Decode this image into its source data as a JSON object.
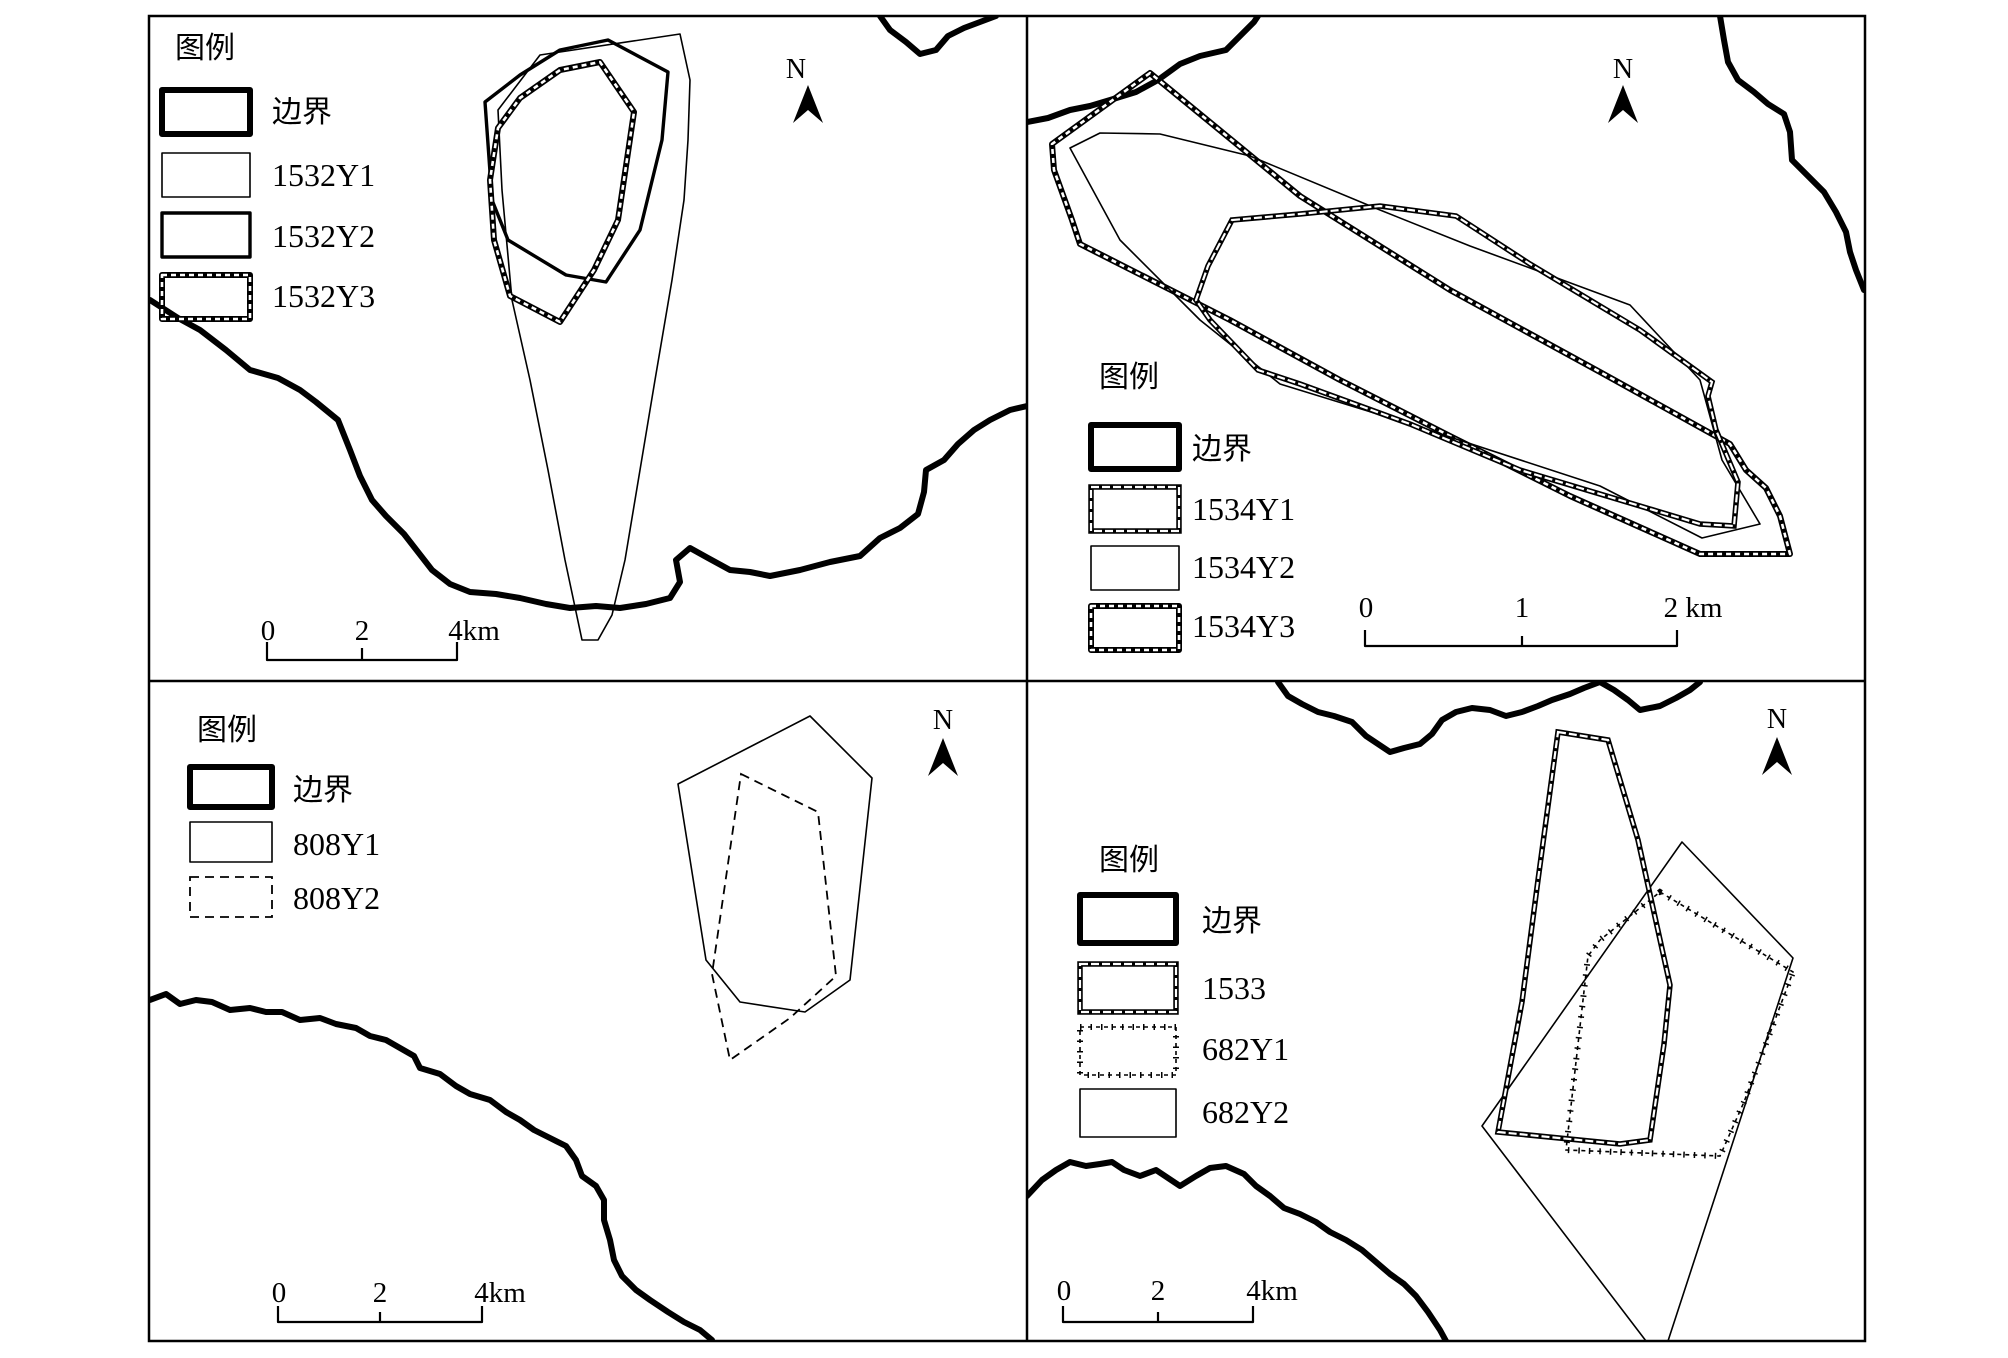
{
  "panels": [
    {
      "legend_title": "图例",
      "legend": [
        "边界",
        "1532Y1",
        "1532Y2",
        "1532Y3"
      ],
      "north": "N",
      "scale_labels": [
        "0",
        "2",
        "4km"
      ]
    },
    {
      "legend_title": "图例",
      "legend": [
        "边界",
        "1534Y1",
        "1534Y2",
        "1534Y3"
      ],
      "north": "N",
      "scale_labels": [
        "0",
        "1",
        "2 km"
      ]
    },
    {
      "legend_title": "图例",
      "legend": [
        "边界",
        "808Y1",
        "808Y2"
      ],
      "north": "N",
      "scale_labels": [
        "0",
        "2",
        "4km"
      ]
    },
    {
      "legend_title": "图例",
      "legend": [
        "边界",
        "1533",
        "682Y1",
        "682Y2"
      ],
      "north": "N",
      "scale_labels": [
        "0",
        "2",
        "4km"
      ]
    }
  ]
}
